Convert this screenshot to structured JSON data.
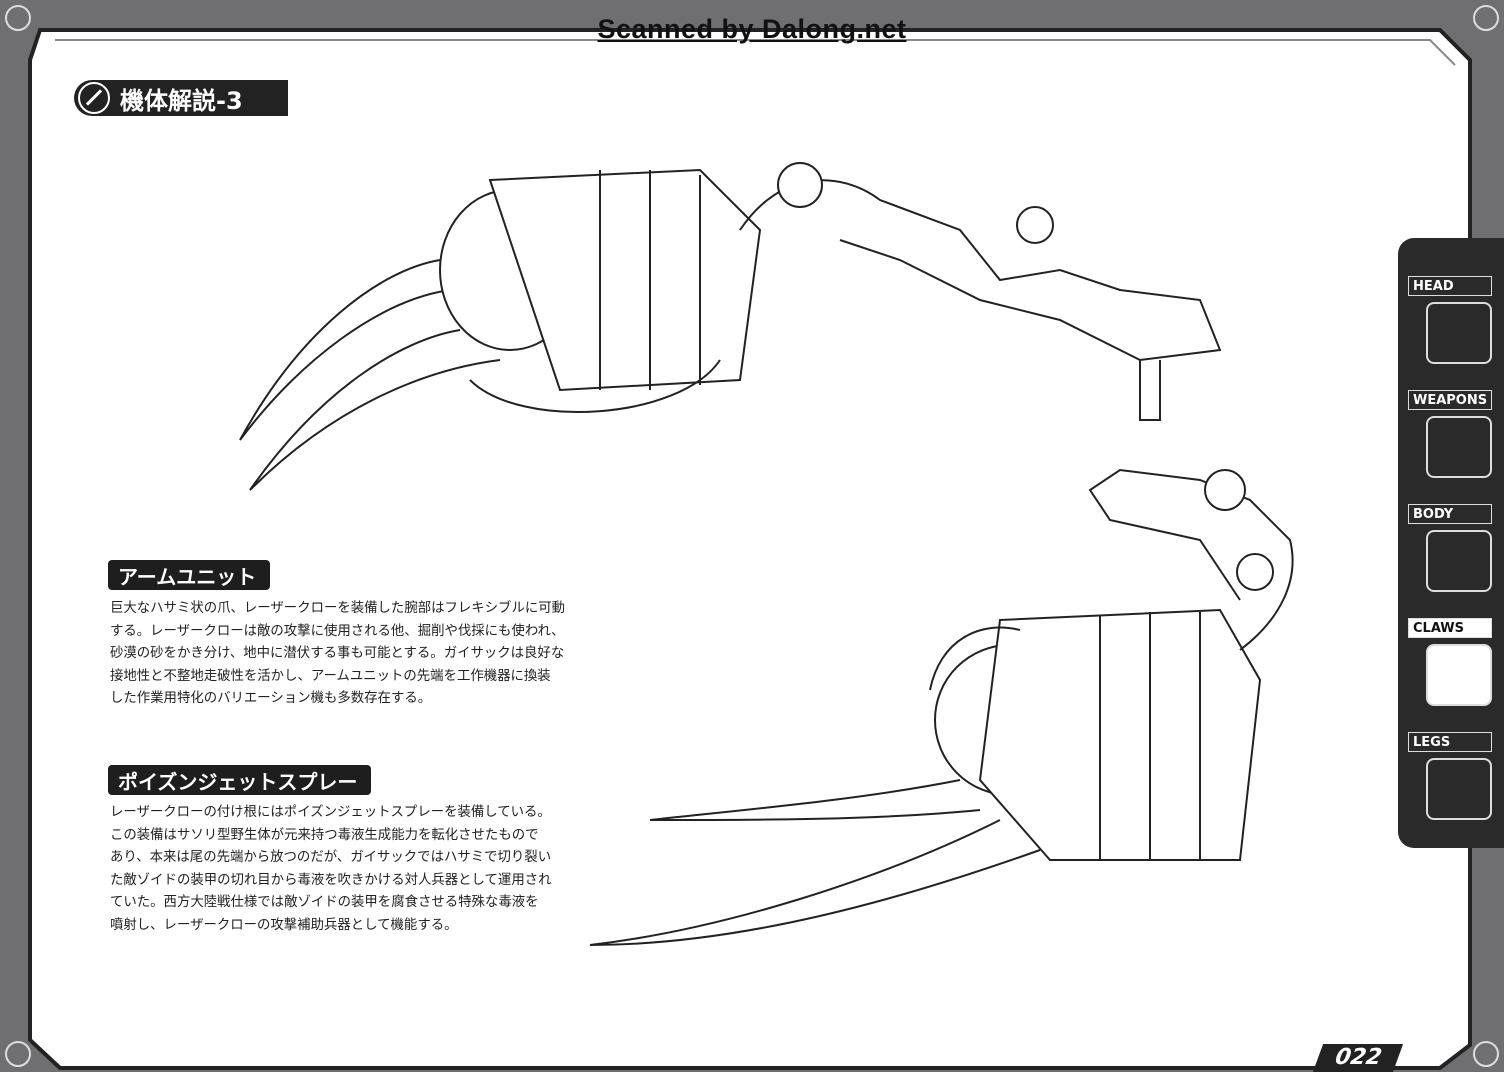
{
  "watermark": "Scanned by Dalong.net",
  "title": "機体解説-3",
  "sections": [
    {
      "heading": "アームユニット",
      "lines": [
        "巨大なハサミ状の爪、レーザークローを装備した腕部はフレキシブルに可動",
        "する。レーザークローは敵の攻撃に使用される他、掘削や伐採にも使われ、",
        "砂漠の砂をかき分け、地中に潜伏する事も可能とする。ガイサックは良好な",
        "接地性と不整地走破性を活かし、アームユニットの先端を工作機器に換装",
        "した作業用特化のバリエーション機も多数存在する。"
      ]
    },
    {
      "heading": "ポイズンジェットスプレー",
      "lines": [
        "レーザークローの付け根にはポイズンジェットスプレーを装備している。",
        "この装備はサソリ型野生体が元来持つ毒液生成能力を転化させたもので",
        "あり、本来は尾の先端から放つのだが、ガイサックではハサミで切り裂い",
        "た敵ゾイドの装甲の切れ目から毒液を吹きかける対人兵器として運用され",
        "ていた。西方大陸戦仕様では敵ゾイドの装甲を腐食させる特殊な毒液を",
        "噴射し、レーザークローの攻撃補助兵器として機能する。"
      ]
    }
  ],
  "tabs": [
    {
      "label": "HEAD",
      "icon": "head-icon"
    },
    {
      "label": "WEAPONS",
      "icon": "weapons-icon"
    },
    {
      "label": "BODY",
      "icon": "body-icon"
    },
    {
      "label": "CLAWS",
      "icon": "claws-icon",
      "active": true
    },
    {
      "label": "LEGS",
      "icon": "legs-icon"
    }
  ],
  "page_number": "022"
}
